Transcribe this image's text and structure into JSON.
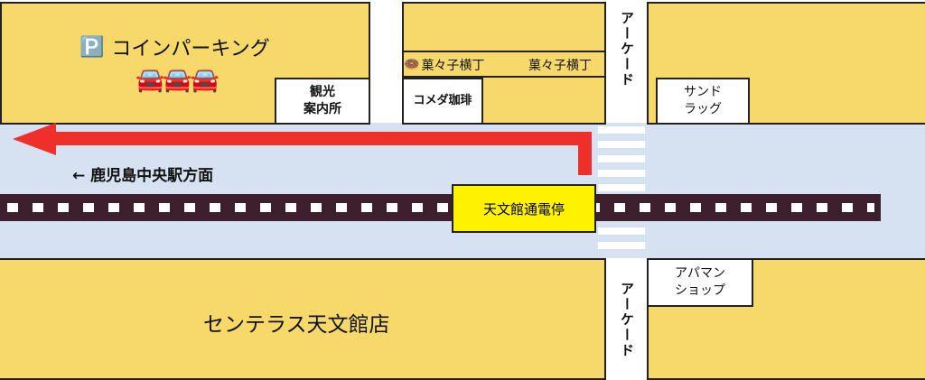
{
  "parking": {
    "icon_glyph": "🅿️",
    "label": "コインパーキング",
    "cars": "🚘🚘🚘"
  },
  "tourist_info": {
    "line1": "観光",
    "line2": "案内所"
  },
  "sweets_street": {
    "icon_glyph": "🍩",
    "label_left": "菓々子横丁",
    "label_right": "菓々子横丁"
  },
  "komeda": {
    "label": "コメダ珈琲"
  },
  "arcade_top": {
    "label": "アーケード"
  },
  "sandrug": {
    "line1": "サンド",
    "line2": "ラッグ"
  },
  "direction": {
    "label": "← 鹿児島中央駅方面"
  },
  "tram_stop": {
    "label": "天文館通電停"
  },
  "centerrace": {
    "label": "センテラス天文館店"
  },
  "apamanshop": {
    "line1": "アパマン",
    "line2": "ショップ"
  },
  "arcade_bottom": {
    "label": "アーケード"
  },
  "colors": {
    "building": "#f7d86b",
    "road": "#d6e2f1",
    "track": "#3d1f2e",
    "route_arrow": "#ee2f2a",
    "tram_stop_bg": "#fff200",
    "crosswalk": "#ffffff"
  }
}
